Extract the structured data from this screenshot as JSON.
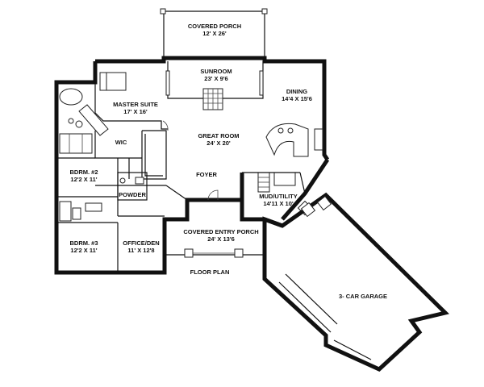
{
  "plan_title": "FLOOR PLAN",
  "rooms": [
    {
      "id": "covered-porch",
      "name": "COVERED PORCH",
      "size": "12' X 26'"
    },
    {
      "id": "sunroom",
      "name": "SUNROOM",
      "size": "23' X 9'6"
    },
    {
      "id": "dining",
      "name": "DINING",
      "size": "14'4 X 15'6"
    },
    {
      "id": "master-suite",
      "name": "MASTER SUITE",
      "size": "17' X 16'"
    },
    {
      "id": "great-room",
      "name": "GREAT ROOM",
      "size": "24' X 20'"
    },
    {
      "id": "wic",
      "name": "WIC",
      "size": ""
    },
    {
      "id": "bdrm2",
      "name": "BDRM. #2",
      "size": "12'2 X 11'"
    },
    {
      "id": "foyer",
      "name": "FOYER",
      "size": ""
    },
    {
      "id": "powder",
      "name": "POWDER",
      "size": ""
    },
    {
      "id": "mud-utility",
      "name": "MUD/UTILITY",
      "size": "14'11 X 10'"
    },
    {
      "id": "covered-entry-porch",
      "name": "COVERED ENTRY PORCH",
      "size": "24' X 13'6"
    },
    {
      "id": "bdrm3",
      "name": "BDRM. #3",
      "size": "12'2 X 11'"
    },
    {
      "id": "office-den",
      "name": "OFFICE/DEN",
      "size": "11' X 12'8"
    },
    {
      "id": "garage",
      "name": "3- CAR GARAGE",
      "size": ""
    }
  ]
}
